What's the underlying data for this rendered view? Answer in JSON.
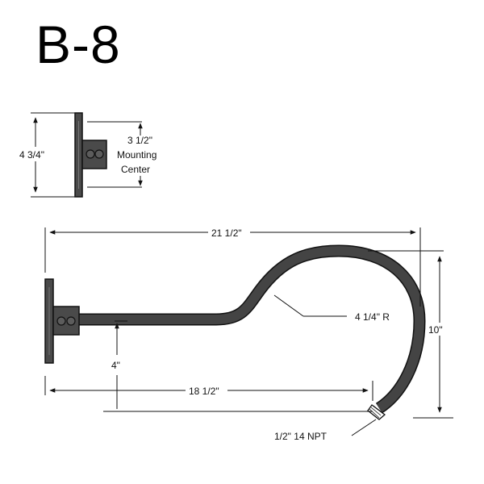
{
  "title": "B-8",
  "side_view": {
    "height_label": "4 3/4\"",
    "mount_label_line1": "3 1/2\"",
    "mount_label_line2": "Mounting",
    "mount_label_line3": "Center"
  },
  "main_view": {
    "overall_length_label": "21 1/2\"",
    "radius_label": "4 1/4\" R",
    "height_label": "10\"",
    "drop_label": "4\"",
    "reach_label": "18 1/2\"",
    "thread_label": "1/2\" 14  NPT"
  },
  "colors": {
    "metal": "#3f3f3f",
    "metal_light": "#6a6a6a",
    "line": "#111111"
  }
}
